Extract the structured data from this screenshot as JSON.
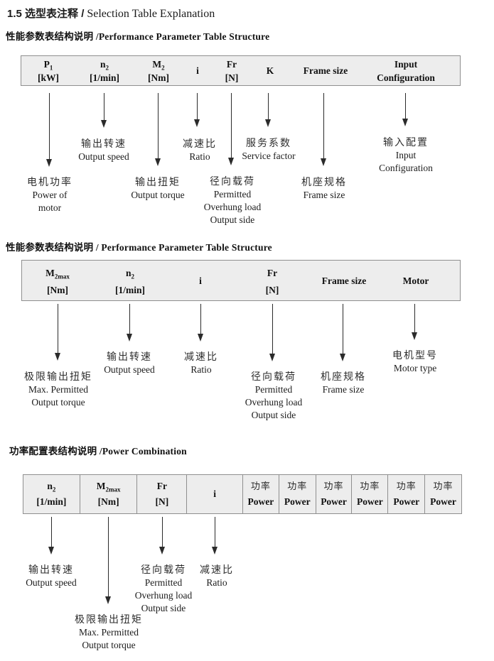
{
  "page": {
    "title_bold": "1.5 选型表注释 /",
    "title_rest": " Selection Table Explanation"
  },
  "colors": {
    "table_fill": "#ededed",
    "table_border": "#8f8f8f",
    "ink": "#1a1a1a"
  },
  "sections": {
    "s1": {
      "heading": "性能参数表结构说明 /Performance Parameter Table Structure",
      "columns": [
        {
          "sym": "P",
          "sub": "1",
          "unit": "[kW]"
        },
        {
          "sym": "n",
          "sub": "2",
          "unit": "[1/min]"
        },
        {
          "sym": "M",
          "sub": "2",
          "unit": "[Nm]"
        },
        {
          "sym": "i"
        },
        {
          "sym": "Fr",
          "unit": "[N]"
        },
        {
          "sym": "K"
        },
        {
          "sym": "Frame size"
        },
        {
          "sym": "Input",
          "unit": "Configuration"
        }
      ],
      "callouts": [
        {
          "zh": "电机功率",
          "en1": "Power of",
          "en2": "motor"
        },
        {
          "zh": "输出转速",
          "en1": "Output speed"
        },
        {
          "zh": "输出扭矩",
          "en1": "Output torque"
        },
        {
          "zh": "减速比",
          "en1": "Ratio"
        },
        {
          "zh": "径向载荷",
          "en1": "Permitted",
          "en2": "Overhung load",
          "en3": "Output side"
        },
        {
          "zh": "服务系数",
          "en1": "Service factor"
        },
        {
          "zh": "机座规格",
          "en1": "Frame size"
        },
        {
          "zh": "输入配置",
          "en1": "Input",
          "en2": "Configuration"
        }
      ]
    },
    "s2": {
      "heading": "性能参数表结构说明 / Performance Parameter Table Structure",
      "columns": [
        {
          "sym": "M",
          "sub": "2max",
          "unit": "[Nm]"
        },
        {
          "sym": "n",
          "sub": "2",
          "unit": "[1/min]"
        },
        {
          "sym": "i"
        },
        {
          "sym": "Fr",
          "unit": "[N]"
        },
        {
          "sym": "Frame size"
        },
        {
          "sym": "Motor"
        }
      ],
      "callouts": [
        {
          "zh": "极限输出扭矩",
          "en1": "Max. Permitted",
          "en2": "Output torque"
        },
        {
          "zh": "输出转速",
          "en1": "Output speed"
        },
        {
          "zh": "减速比",
          "en1": "Ratio"
        },
        {
          "zh": "径向载荷",
          "en1": "Permitted",
          "en2": "Overhung load",
          "en3": "Output side"
        },
        {
          "zh": "机座规格",
          "en1": "Frame size"
        },
        {
          "zh": "电机型号",
          "en1": "Motor type"
        }
      ]
    },
    "s3": {
      "heading": "功率配置表结构说明 /Power Combination",
      "columns": [
        {
          "sym": "n",
          "sub": "2",
          "unit": "[1/min]"
        },
        {
          "sym": "M",
          "sub": "2max",
          "unit": "[Nm]"
        },
        {
          "sym": "Fr",
          "unit": "[N]"
        },
        {
          "sym": "i"
        },
        {
          "zh": "功率",
          "en": "Power"
        },
        {
          "zh": "功率",
          "en": "Power"
        },
        {
          "zh": "功率",
          "en": "Power"
        },
        {
          "zh": "功率",
          "en": "Power"
        },
        {
          "zh": "功率",
          "en": "Power"
        },
        {
          "zh": "功率",
          "en": "Power"
        }
      ],
      "callouts": [
        {
          "zh": "输出转速",
          "en1": "Output speed"
        },
        {
          "zh": "极限输出扭矩",
          "en1": "Max. Permitted",
          "en2": "Output torque"
        },
        {
          "zh": "径向载荷",
          "en1": "Permitted",
          "en2": "Overhung load",
          "en3": "Output side"
        },
        {
          "zh": "减速比",
          "en1": "Ratio"
        }
      ]
    }
  }
}
